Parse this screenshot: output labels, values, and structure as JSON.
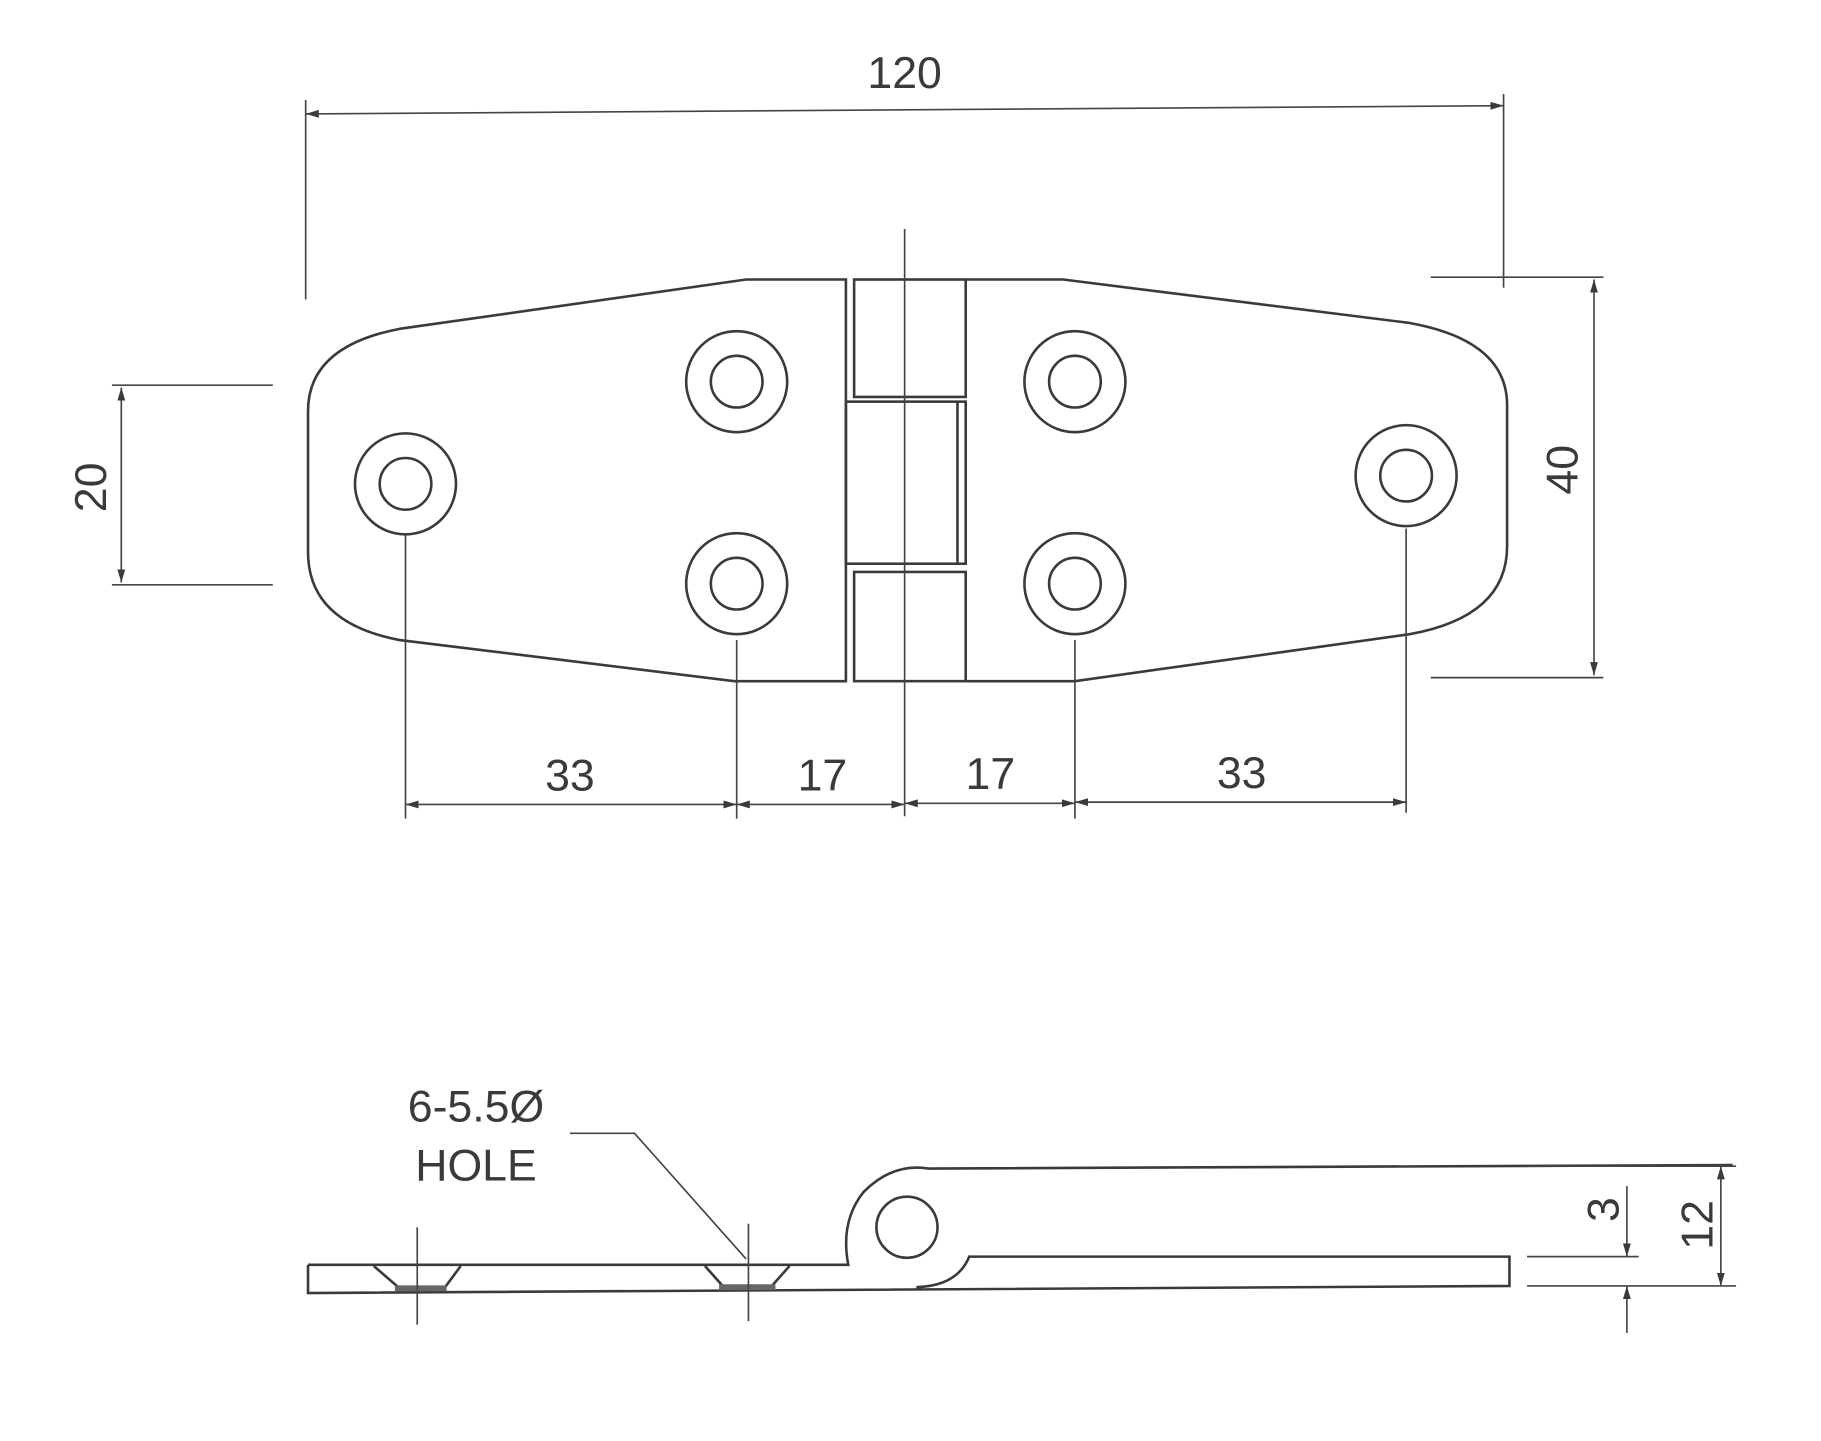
{
  "top_view": {
    "overall_length": "120",
    "overall_width": "40",
    "hole_spacing_vertical": "20",
    "hole_spacing": [
      "33",
      "17",
      "17",
      "33"
    ]
  },
  "side_view": {
    "hole_note_line1": "6-5.5Ø",
    "hole_note_line2": "HOLE",
    "thickness": "3",
    "height": "12"
  }
}
